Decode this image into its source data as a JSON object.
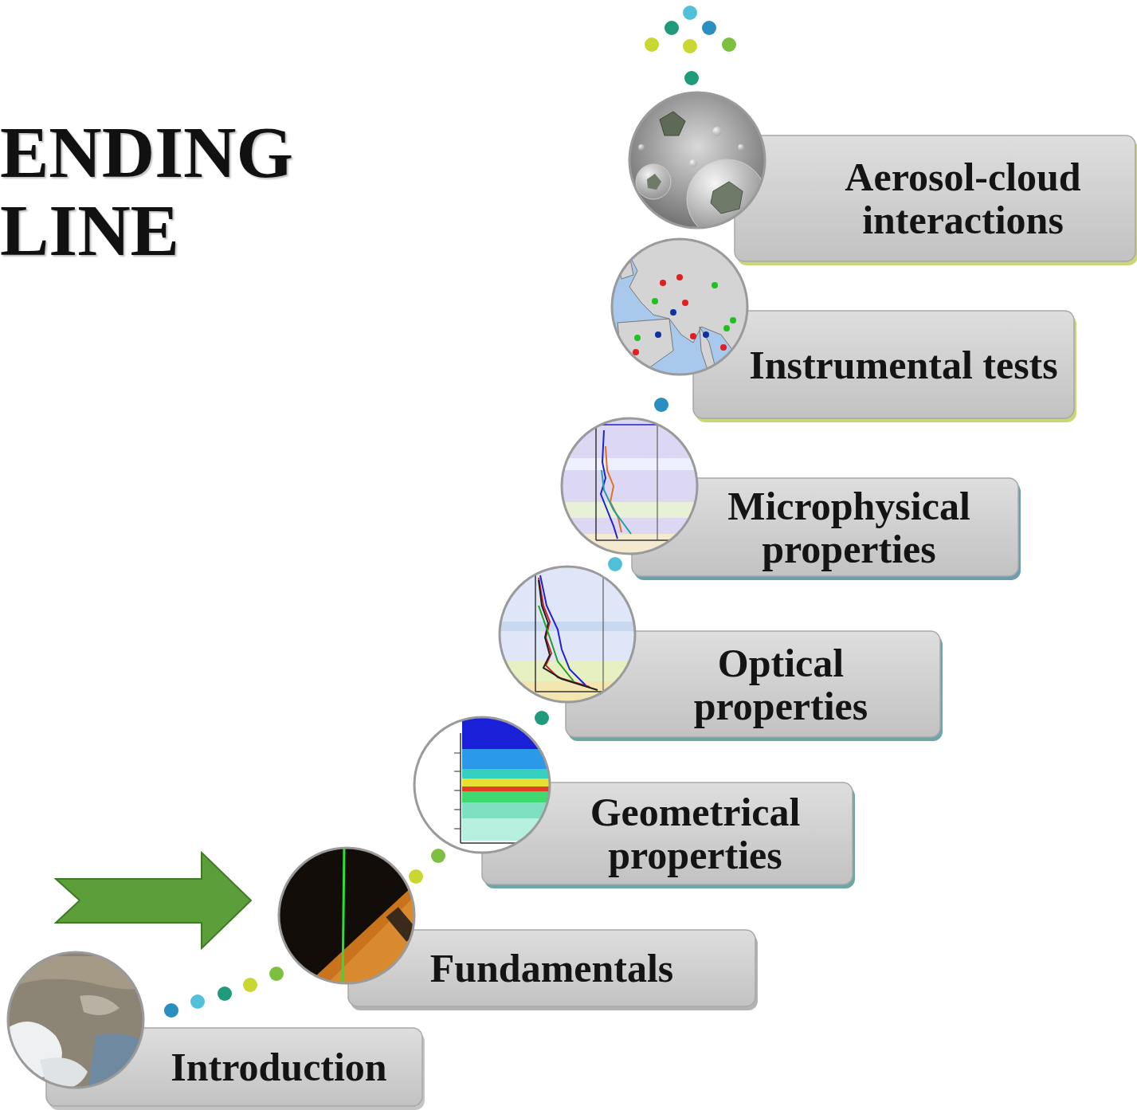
{
  "diagram": {
    "title": "ENDING LINE",
    "nodes": [
      {
        "text": [
          "Introduction"
        ]
      },
      {
        "text": [
          "Fundamentals"
        ]
      },
      {
        "text": [
          "Geometrical properties"
        ]
      },
      {
        "text": [
          "Optical properties"
        ]
      },
      {
        "text": [
          "Microphysical properties"
        ]
      },
      {
        "text": [
          "Instrumental tests"
        ]
      },
      {
        "text": [
          "Aerosol-cloud interactions"
        ]
      }
    ]
  }
}
